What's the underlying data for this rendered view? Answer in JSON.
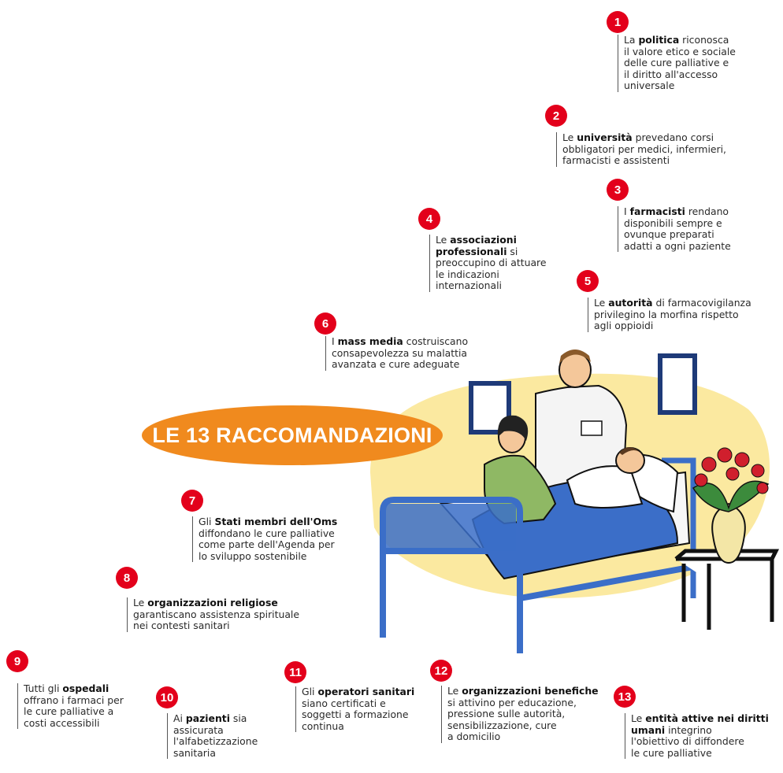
{
  "title": "LE 13 RACCOMANDAZIONI",
  "colors": {
    "accent_orange": "#f08a1e",
    "badge_red": "#e3001b",
    "bed_blue": "#3b6ec8",
    "yellow_glow": "#fbe9a0"
  },
  "recommendations": [
    {
      "number": "1",
      "pre": "La ",
      "bold": "politica",
      "post": " riconosca\nil valore etico e sociale\ndelle cure palliative e\nil diritto all'accesso\nuniversale"
    },
    {
      "number": "2",
      "pre": "Le ",
      "bold": "università",
      "post": " prevedano corsi\nobbligatori per medici, infermieri,\nfarmacisti e assistenti"
    },
    {
      "number": "3",
      "pre": "I ",
      "bold": "farmacisti",
      "post": " rendano\ndisponibili sempre e\novunque preparati\nadatti a ogni paziente"
    },
    {
      "number": "4",
      "pre": "Le ",
      "bold": "associazioni\nprofessionali",
      "post": " si\npreoccupino di attuare\nle indicazioni\ninternazionali"
    },
    {
      "number": "5",
      "pre": "Le ",
      "bold": "autorità",
      "post": " di farmacovigilanza\nprivilegino la morfina rispetto\nagli oppioidi"
    },
    {
      "number": "6",
      "pre": "I ",
      "bold": "mass media",
      "post": " costruiscano\nconsapevolezza su malattia\navanzata e cure adeguate"
    },
    {
      "number": "7",
      "pre": "Gli ",
      "bold": "Stati membri dell'Oms",
      "post": "\ndiffondano le cure palliative\ncome parte dell'Agenda per\nlo sviluppo sostenibile"
    },
    {
      "number": "8",
      "pre": "Le ",
      "bold": "organizzazioni religiose",
      "post": "\ngarantiscano assistenza spirituale\nnei contesti sanitari"
    },
    {
      "number": "9",
      "pre": "Tutti gli ",
      "bold": "ospedali",
      "post": "\noffrano i farmaci per\nle cure palliative a\ncosti accessibili"
    },
    {
      "number": "10",
      "pre": "Ai ",
      "bold": "pazienti",
      "post": " sia\nassicurata\nl'alfabetizzazione\nsanitaria"
    },
    {
      "number": "11",
      "pre": "Gli ",
      "bold": "operatori sanitari",
      "post": "\nsiano certificati e\nsoggetti a formazione\ncontinua"
    },
    {
      "number": "12",
      "pre": "Le ",
      "bold": "organizzazioni benefiche",
      "post": "\nsi attivino per educazione,\npressione sulle autorità,\nsensibilizzazione, cure\na domicilio"
    },
    {
      "number": "13",
      "pre": "Le ",
      "bold": "entità attive nei diritti\numani",
      "post": " integrino\nl'obiettivo di diffondere\nle cure palliative"
    }
  ]
}
